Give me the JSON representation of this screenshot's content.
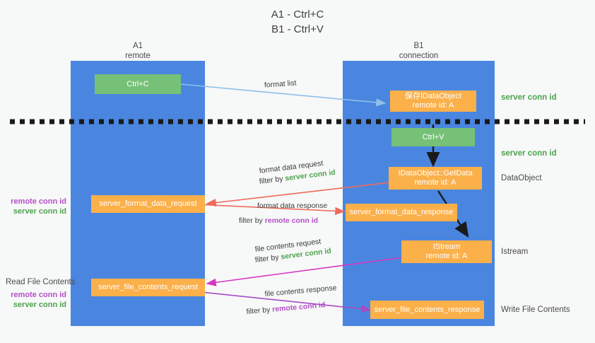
{
  "title": {
    "line1": "A1 - Ctrl+C",
    "line2": "B1 - Ctrl+V"
  },
  "lanes": [
    {
      "name": "A1",
      "sub": "remote"
    },
    {
      "name": "B1",
      "sub": "connection"
    }
  ],
  "colors": {
    "lane": "#4a86e0",
    "green_box": "#76c177",
    "orange_box": "#fbb04a",
    "green_text": "#4ea24e",
    "purple_text": "#b44fc8",
    "arrow_blue": "#8fc0e8",
    "arrow_red": "#ef6b5a",
    "arrow_magenta": "#d737c1",
    "arrow_purple": "#a64bc4",
    "arrow_black": "#1a1a1a",
    "dashes": "#1a1a1a"
  },
  "nodes": {
    "ctrl_c": "Ctrl+C",
    "ctrl_v": "Ctrl+V",
    "save_dataobject_line1": "保存IDataObject",
    "save_dataobject_line2": "remote id: A",
    "getdata_line1": "IDataObject::GetData",
    "getdata_line2": "remote id: A",
    "istream_line1": "IStream",
    "istream_line2": "remote id: A",
    "server_format_data_request": "server_format_data_request",
    "server_format_data_response": "server_format_data_response",
    "server_file_contents_request": "server_file_contents_request",
    "server_file_contents_response": "server_file_contents_response"
  },
  "right_labels": {
    "server_conn_id_1": "server conn id",
    "server_conn_id_2": "server conn id",
    "dataobject": "DataObject",
    "istream": "Istream",
    "write_file_contents": "Write File Contents"
  },
  "left_labels": {
    "remote_conn_id_1": "remote conn id",
    "server_conn_id_1": "server conn id",
    "read_file_contents": "Read File Contents",
    "remote_conn_id_2": "remote conn id",
    "server_conn_id_2": "server conn id"
  },
  "edges": {
    "format_list": "format list",
    "format_data_request": "format data request",
    "format_data_request_filter_prefix": "filter by ",
    "format_data_request_filter_value": "server conn id",
    "format_data_response": "format data response",
    "format_data_response_filter_prefix": "filter by ",
    "format_data_response_filter_value": "remote conn id",
    "file_contents_request": "file contents request",
    "file_contents_request_filter_prefix": "filter by ",
    "file_contents_request_filter_value": "server conn id",
    "file_contents_response": "file contents response",
    "file_contents_response_filter_prefix": "filter by ",
    "file_contents_response_filter_value": "remote conn id"
  }
}
